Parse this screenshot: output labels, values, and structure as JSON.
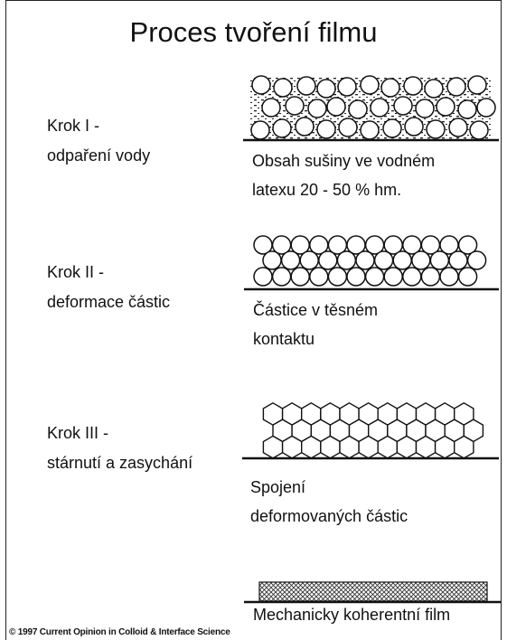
{
  "title": "Proces tvoření filmu",
  "steps": [
    {
      "label_line1": "Krok I -",
      "label_line2": "odpaření vody",
      "caption_line1": "Obsah sušiny ve vodném",
      "caption_line2": "latexu 20 - 50 % hm."
    },
    {
      "label_line1": "Krok II -",
      "label_line2": "deformace částic",
      "caption_line1": "Částice v těsném",
      "caption_line2": "kontaktu"
    },
    {
      "label_line1": "Krok III -",
      "label_line2": "stárnutí a zasychání",
      "caption_line1": "Spojení",
      "caption_line2": "deformovaných částic"
    }
  ],
  "final_caption": "Mechanicky koherentní film",
  "copyright": "© 1997 Current Opinion in Colloid & Interface Science"
}
